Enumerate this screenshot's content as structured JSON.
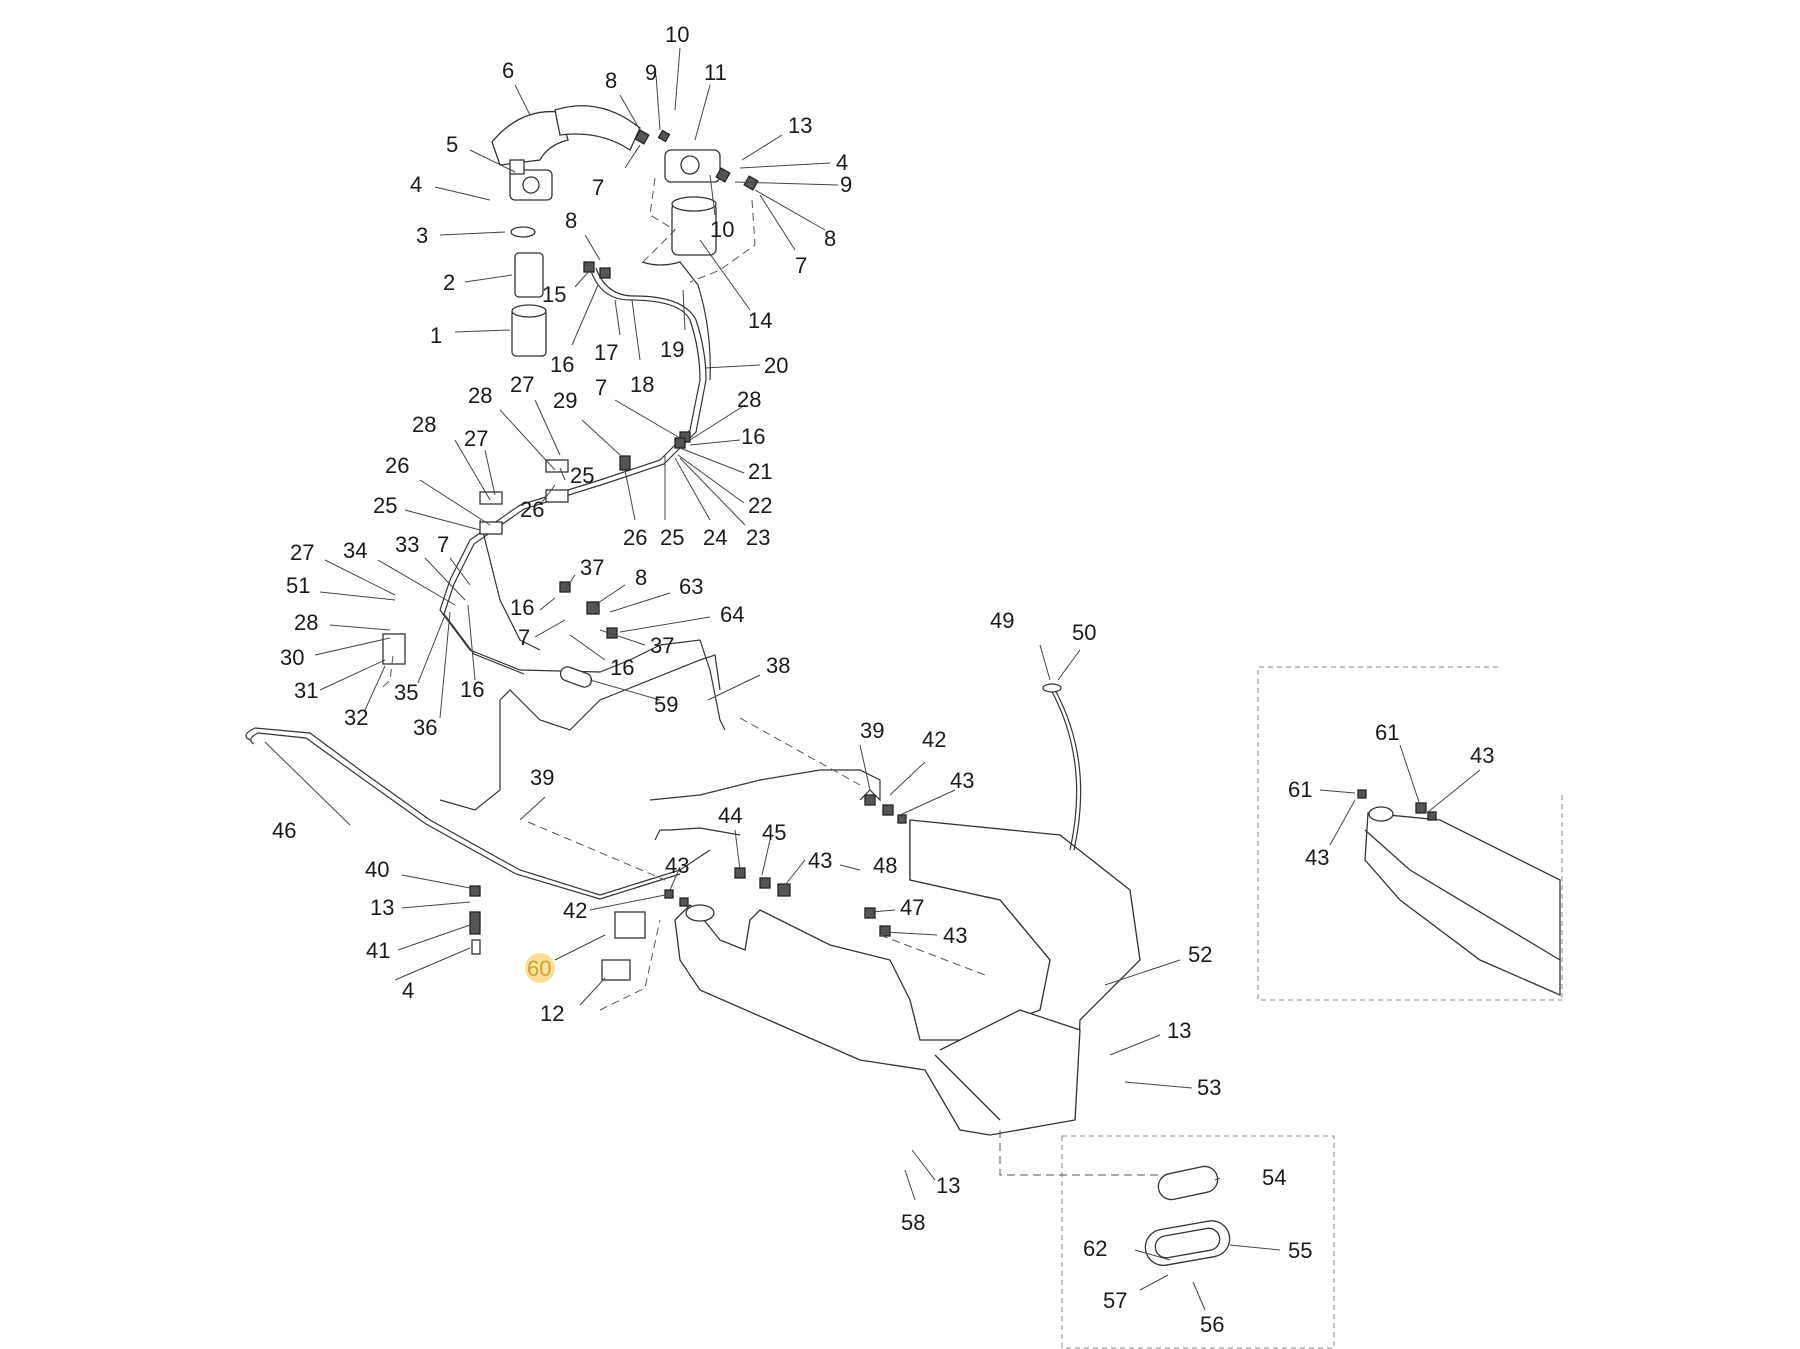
{
  "highlight": {
    "label": "60",
    "color": "#f5c842"
  },
  "callouts": [
    {
      "id": "c-10a",
      "label": "10"
    },
    {
      "id": "c-9a",
      "label": "9"
    },
    {
      "id": "c-11",
      "label": "11"
    },
    {
      "id": "c-6",
      "label": "6"
    },
    {
      "id": "c-8a",
      "label": "8"
    },
    {
      "id": "c-13a",
      "label": "13"
    },
    {
      "id": "c-5",
      "label": "5"
    },
    {
      "id": "c-4a",
      "label": "4"
    },
    {
      "id": "c-4b",
      "label": "4"
    },
    {
      "id": "c-9b",
      "label": "9"
    },
    {
      "id": "c-7a",
      "label": "7"
    },
    {
      "id": "c-10b",
      "label": "10"
    },
    {
      "id": "c-8b",
      "label": "8"
    },
    {
      "id": "c-3",
      "label": "3"
    },
    {
      "id": "c-8c",
      "label": "8"
    },
    {
      "id": "c-7b",
      "label": "7"
    },
    {
      "id": "c-2",
      "label": "2"
    },
    {
      "id": "c-15",
      "label": "15"
    },
    {
      "id": "c-14",
      "label": "14"
    },
    {
      "id": "c-1",
      "label": "1"
    },
    {
      "id": "c-17",
      "label": "17"
    },
    {
      "id": "c-19",
      "label": "19"
    },
    {
      "id": "c-16a",
      "label": "16"
    },
    {
      "id": "c-18",
      "label": "18"
    },
    {
      "id": "c-20",
      "label": "20"
    },
    {
      "id": "c-28a",
      "label": "28"
    },
    {
      "id": "c-27a",
      "label": "27"
    },
    {
      "id": "c-7c",
      "label": "7"
    },
    {
      "id": "c-28b",
      "label": "28"
    },
    {
      "id": "c-29",
      "label": "29"
    },
    {
      "id": "c-28c",
      "label": "28"
    },
    {
      "id": "c-16b",
      "label": "16"
    },
    {
      "id": "c-27b",
      "label": "27"
    },
    {
      "id": "c-21",
      "label": "21"
    },
    {
      "id": "c-26a",
      "label": "26"
    },
    {
      "id": "c-25a",
      "label": "25"
    },
    {
      "id": "c-22",
      "label": "22"
    },
    {
      "id": "c-25b",
      "label": "25"
    },
    {
      "id": "c-26b",
      "label": "26"
    },
    {
      "id": "c-26c",
      "label": "26"
    },
    {
      "id": "c-25c",
      "label": "25"
    },
    {
      "id": "c-24",
      "label": "24"
    },
    {
      "id": "c-23",
      "label": "23"
    },
    {
      "id": "c-27c",
      "label": "27"
    },
    {
      "id": "c-34",
      "label": "34"
    },
    {
      "id": "c-33",
      "label": "33"
    },
    {
      "id": "c-7d",
      "label": "7"
    },
    {
      "id": "c-37a",
      "label": "37"
    },
    {
      "id": "c-51",
      "label": "51"
    },
    {
      "id": "c-8d",
      "label": "8"
    },
    {
      "id": "c-63",
      "label": "63"
    },
    {
      "id": "c-16c",
      "label": "16"
    },
    {
      "id": "c-64",
      "label": "64"
    },
    {
      "id": "c-28d",
      "label": "28"
    },
    {
      "id": "c-7e",
      "label": "7"
    },
    {
      "id": "c-37b",
      "label": "37"
    },
    {
      "id": "c-30",
      "label": "30"
    },
    {
      "id": "c-16d",
      "label": "16"
    },
    {
      "id": "c-49",
      "label": "49"
    },
    {
      "id": "c-50",
      "label": "50"
    },
    {
      "id": "c-31",
      "label": "31"
    },
    {
      "id": "c-35",
      "label": "35"
    },
    {
      "id": "c-16e",
      "label": "16"
    },
    {
      "id": "c-38",
      "label": "38"
    },
    {
      "id": "c-32",
      "label": "32"
    },
    {
      "id": "c-59",
      "label": "59"
    },
    {
      "id": "c-36",
      "label": "36"
    },
    {
      "id": "c-61a",
      "label": "61"
    },
    {
      "id": "c-43a",
      "label": "43"
    },
    {
      "id": "c-39a",
      "label": "39"
    },
    {
      "id": "c-42a",
      "label": "42"
    },
    {
      "id": "c-61b",
      "label": "61"
    },
    {
      "id": "c-43b",
      "label": "43"
    },
    {
      "id": "c-39b",
      "label": "39"
    },
    {
      "id": "c-46",
      "label": "46"
    },
    {
      "id": "c-43c",
      "label": "43"
    },
    {
      "id": "c-44",
      "label": "44"
    },
    {
      "id": "c-45",
      "label": "45"
    },
    {
      "id": "c-43d",
      "label": "43"
    },
    {
      "id": "c-48",
      "label": "48"
    },
    {
      "id": "c-40",
      "label": "40"
    },
    {
      "id": "c-43e",
      "label": "43"
    },
    {
      "id": "c-47",
      "label": "47"
    },
    {
      "id": "c-13b",
      "label": "13"
    },
    {
      "id": "c-42b",
      "label": "42"
    },
    {
      "id": "c-43f",
      "label": "43"
    },
    {
      "id": "c-41",
      "label": "41"
    },
    {
      "id": "c-52",
      "label": "52"
    },
    {
      "id": "c-60",
      "label": "60"
    },
    {
      "id": "c-4c",
      "label": "4"
    },
    {
      "id": "c-12",
      "label": "12"
    },
    {
      "id": "c-13c",
      "label": "13"
    },
    {
      "id": "c-53",
      "label": "53"
    },
    {
      "id": "c-54",
      "label": "54"
    },
    {
      "id": "c-13d",
      "label": "13"
    },
    {
      "id": "c-58",
      "label": "58"
    },
    {
      "id": "c-62",
      "label": "62"
    },
    {
      "id": "c-55",
      "label": "55"
    },
    {
      "id": "c-57",
      "label": "57"
    },
    {
      "id": "c-56",
      "label": "56"
    }
  ]
}
